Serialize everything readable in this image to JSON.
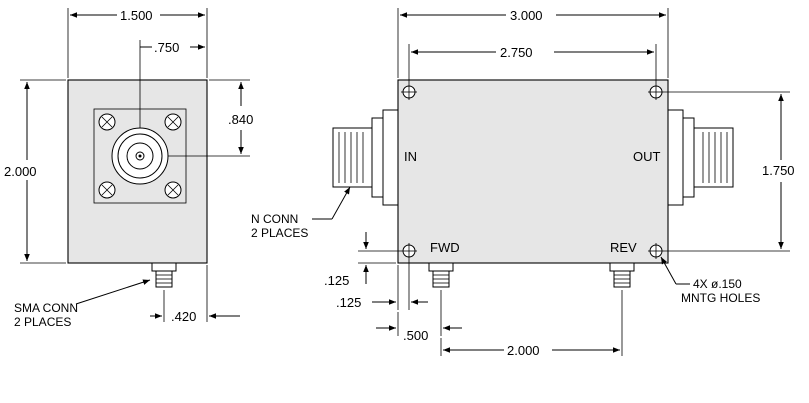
{
  "side_view": {
    "dims": {
      "width": "1.500",
      "offset_top": ".750",
      "height": "2.000",
      "offset_side": ".840",
      "sma_offset": ".420"
    },
    "notes": {
      "sma_line1": "SMA CONN",
      "sma_line2": "2 PLACES"
    }
  },
  "front_view": {
    "dims": {
      "overall_width": "3.000",
      "hole_spacing": "2.750",
      "hole_height": "1.750",
      "edge_v": ".125",
      "edge_h": ".125",
      "fwd_offset": ".500",
      "port_spacing": "2.000"
    },
    "labels": {
      "in": "IN",
      "out": "OUT",
      "fwd": "FWD",
      "rev": "REV"
    },
    "notes": {
      "n_conn_line1": "N CONN",
      "n_conn_line2": "2 PLACES",
      "holes_line1": "4X ø.150",
      "holes_line2": "MNTG HOLES"
    }
  }
}
